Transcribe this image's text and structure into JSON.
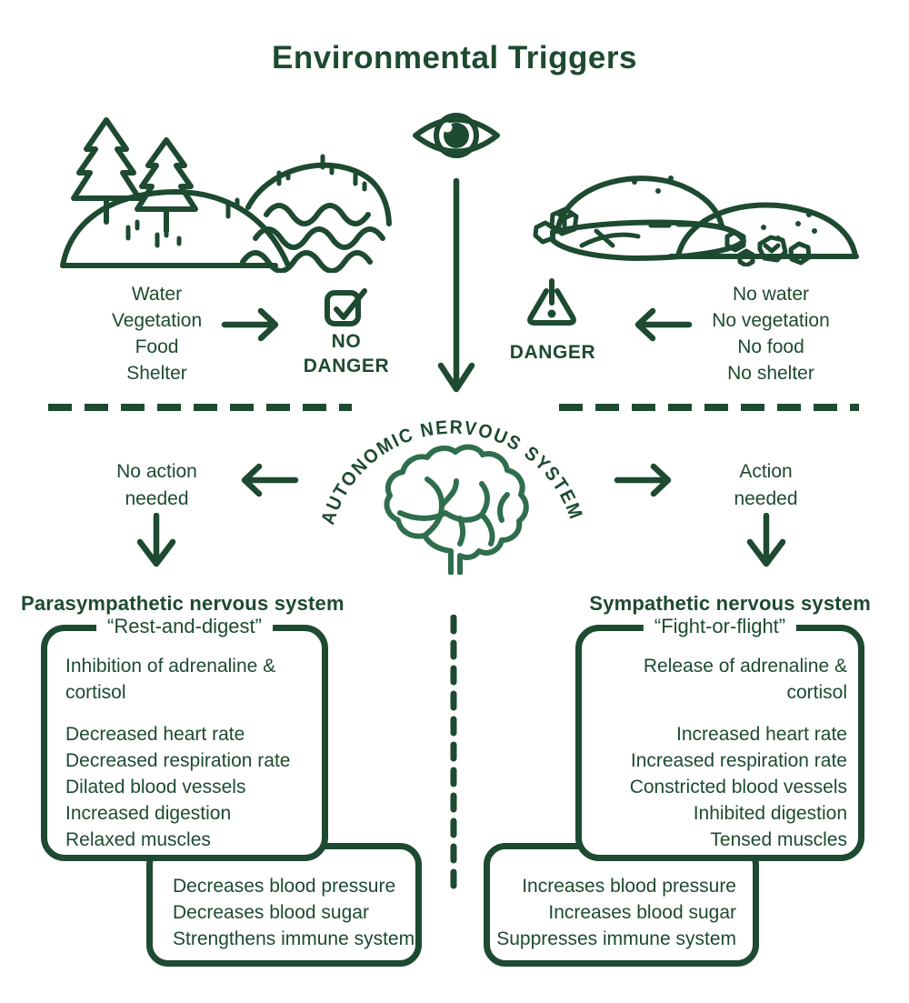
{
  "colors": {
    "ink": "#1d4a30",
    "brain": "#2e6e4c"
  },
  "title": "Environmental Triggers",
  "icons": {
    "eye": "eye-icon",
    "forest": "fertile-landscape-icon",
    "desert": "barren-landscape-icon",
    "checkbox": "checked-checkbox-icon",
    "warning": "warning-triangle-icon",
    "brain": "brain-icon",
    "arrows": "arrow-icons",
    "dashes": "dashed-divider"
  },
  "safe": {
    "items": [
      "Water",
      "Vegetation",
      "Food",
      "Shelter"
    ],
    "result_line1": "NO",
    "result_line2": "DANGER"
  },
  "danger": {
    "items": [
      "No water",
      "No vegetation",
      "No food",
      "No shelter"
    ],
    "result": "DANGER"
  },
  "ans": {
    "arc_label": "AUTONOMIC NERVOUS SYSTEM"
  },
  "left_branch": {
    "action_line1": "No action",
    "action_line2": "needed"
  },
  "right_branch": {
    "action_line1": "Action",
    "action_line2": "needed"
  },
  "parasympathetic": {
    "title": "Parasympathetic nervous system",
    "subtitle": "“Rest-and-digest”",
    "hormone": "Inhibition of adrenaline & cortisol",
    "effects": [
      "Decreased heart rate",
      "Decreased respiration rate",
      "Dilated blood vessels",
      "Increased digestion",
      "Relaxed muscles"
    ],
    "outcomes": [
      "Decreases blood pressure",
      "Decreases blood sugar",
      "Strengthens immune system"
    ]
  },
  "sympathetic": {
    "title": "Sympathetic nervous system",
    "subtitle": "“Fight-or-flight”",
    "hormone": "Release of adrenaline & cortisol",
    "effects": [
      "Increased heart rate",
      "Increased respiration rate",
      "Constricted blood vessels",
      "Inhibited digestion",
      "Tensed muscles"
    ],
    "outcomes": [
      "Increases blood pressure",
      "Increases blood sugar",
      "Suppresses immune system"
    ]
  }
}
